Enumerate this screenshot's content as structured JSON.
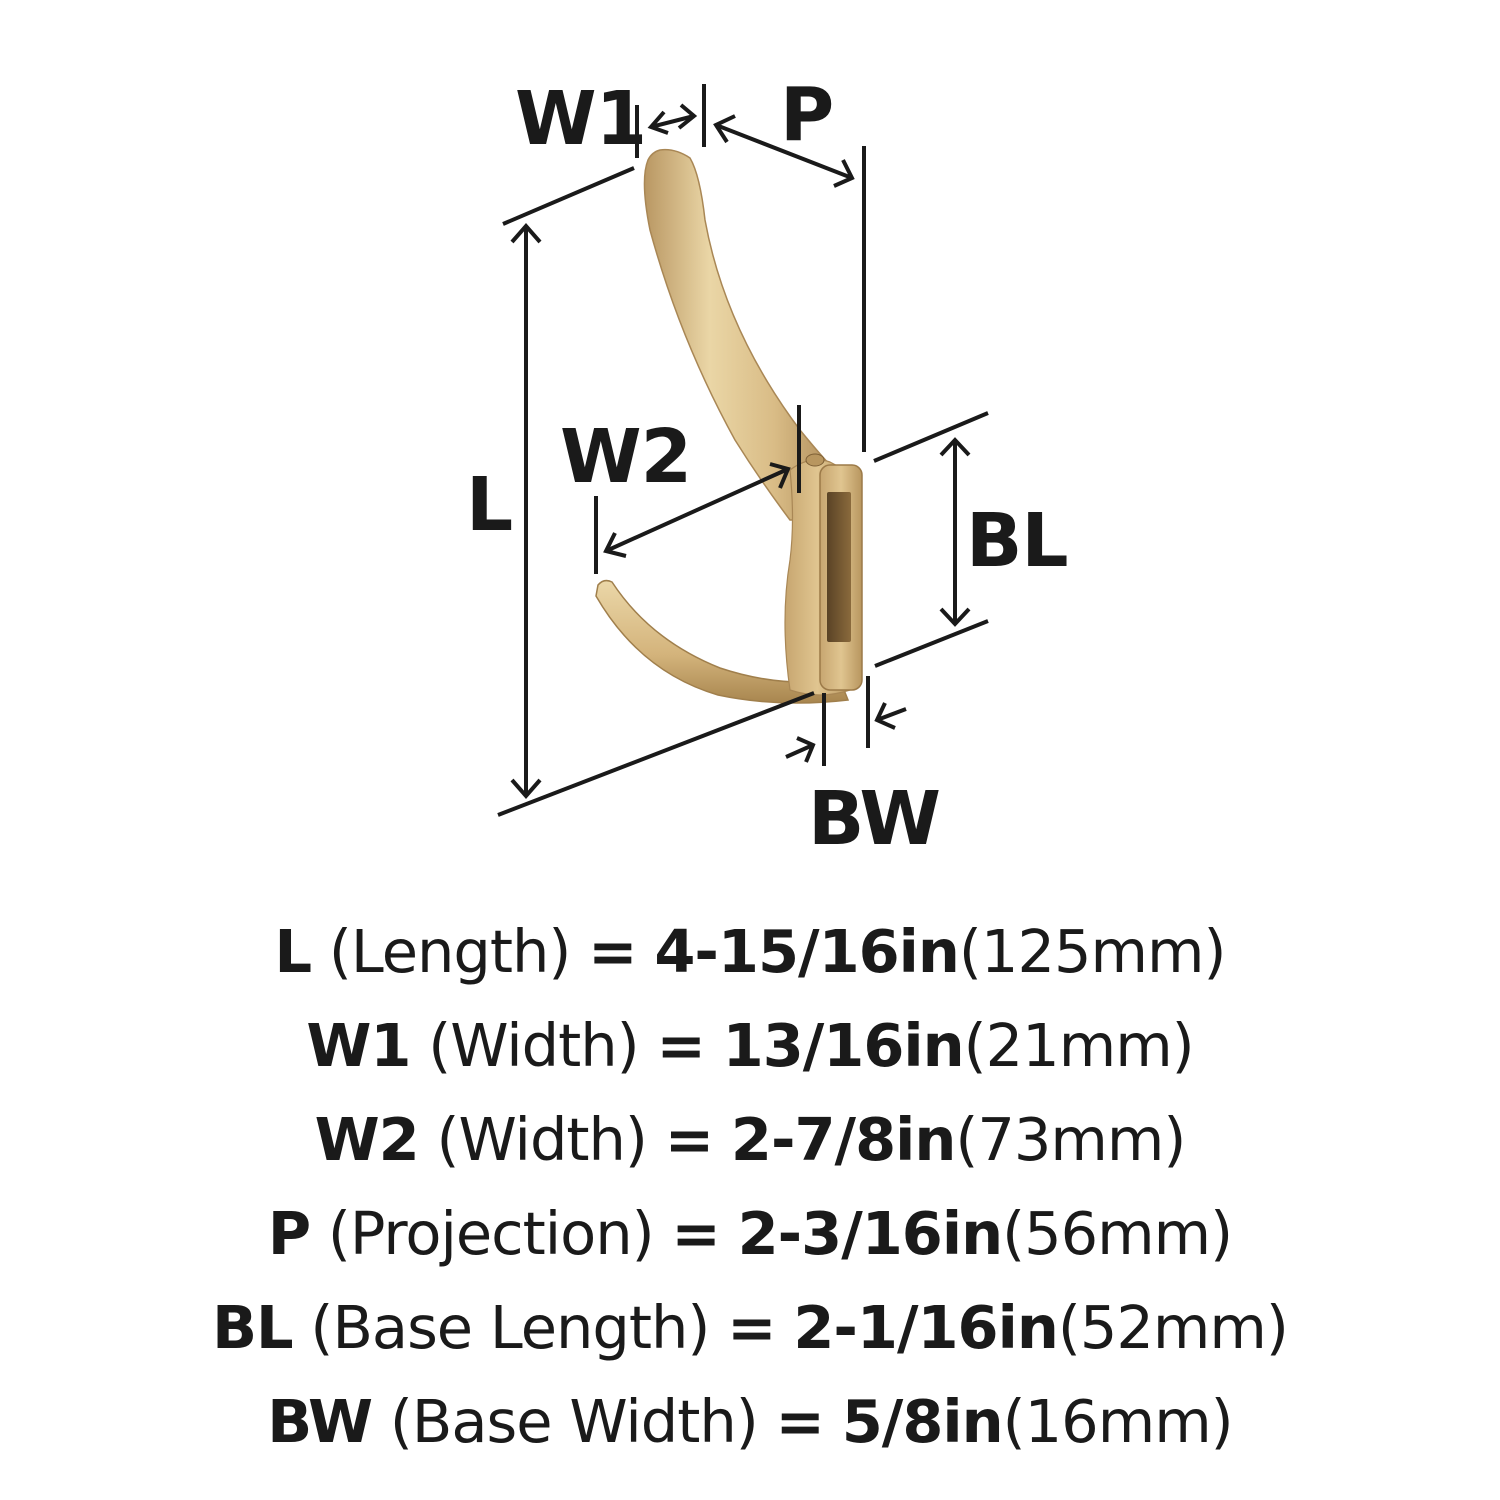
{
  "colors": {
    "line": "#1a1a1a",
    "brass_light": "#e6cf9c",
    "brass_mid": "#d2b27a",
    "brass_dark": "#a98755",
    "brass_shadow": "#6b5230",
    "background": "#ffffff"
  },
  "diagram": {
    "subject": "double-prong wall hook, brushed brass finish",
    "labels": {
      "W1": "W1",
      "P": "P",
      "L": "L",
      "W2": "W2",
      "BL": "BL",
      "BW": "BW"
    }
  },
  "specs": [
    {
      "code": "L",
      "name": "(Length)",
      "eq": "=",
      "inch": "4-15/16in",
      "mm": "(125mm)"
    },
    {
      "code": "W1",
      "name": "(Width)",
      "eq": "=",
      "inch": "13/16in",
      "mm": "(21mm)"
    },
    {
      "code": "W2",
      "name": "(Width)",
      "eq": "=",
      "inch": "2-7/8in",
      "mm": "(73mm)"
    },
    {
      "code": "P",
      "name": "(Projection)",
      "eq": "=",
      "inch": "2-3/16in",
      "mm": "(56mm)"
    },
    {
      "code": "BL",
      "name": "(Base Length)",
      "eq": "=",
      "inch": "2-1/16in",
      "mm": "(52mm)"
    },
    {
      "code": "BW",
      "name": "(Base Width)",
      "eq": "=",
      "inch": "5/8in",
      "mm": "(16mm)"
    }
  ]
}
